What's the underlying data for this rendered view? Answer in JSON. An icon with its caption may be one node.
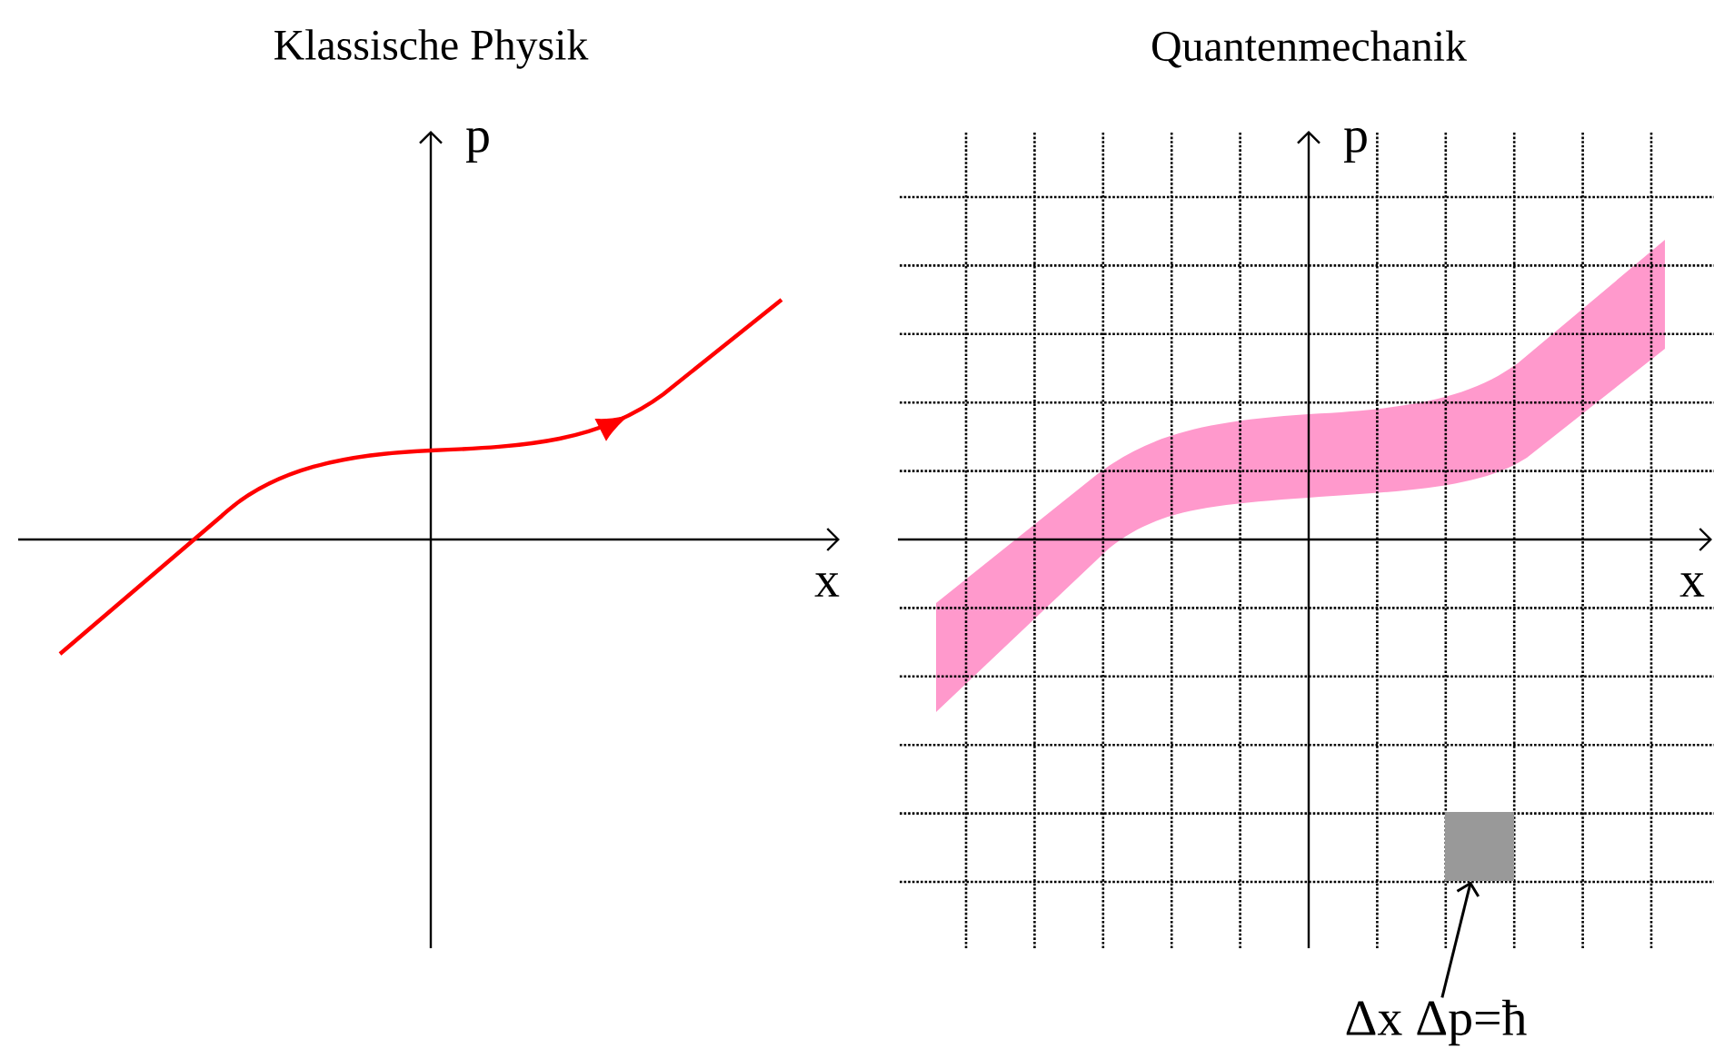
{
  "diagram": {
    "nodes": [
      {
        "text": [],
        "shape": "box"
      },
      {
        "text": [
          "Δx Δp=ħ"
        ]
      }
    ],
    "edges": [
      {
        "from": 1,
        "to": 0,
        "arrow": "to"
      }
    ],
    "labels": [
      "Klassische Physik",
      "p",
      "x",
      "Quantenmechanik",
      "p",
      "x"
    ]
  }
}
